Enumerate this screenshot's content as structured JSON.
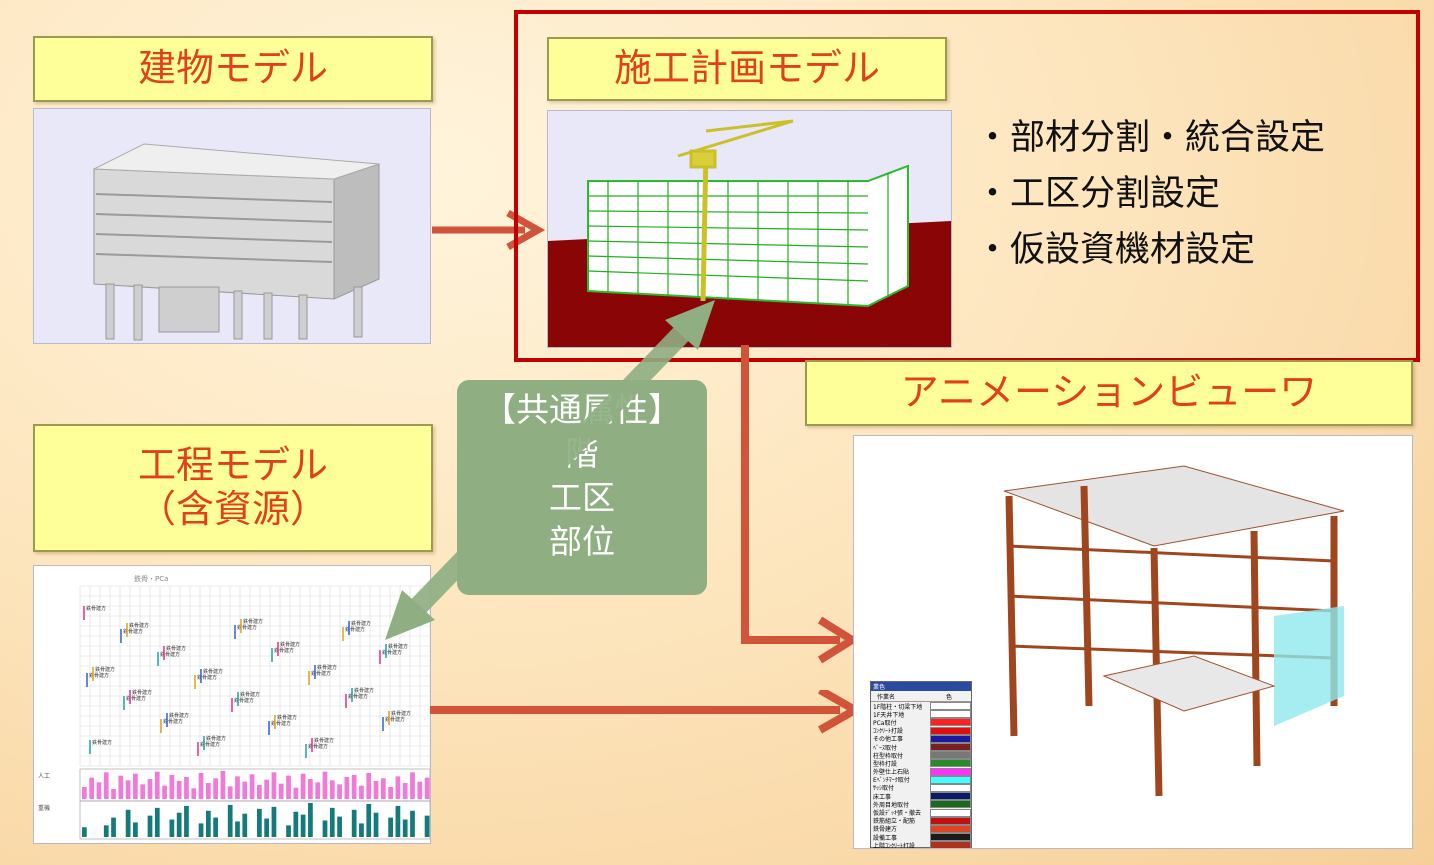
{
  "labels": {
    "building_model": "建物モデル",
    "construction_plan_model": "施工計画モデル",
    "process_model_line1": "工程モデル",
    "process_model_line2": "（含資源）",
    "animation_viewer": "アニメーションビューワ"
  },
  "bullets": [
    "・部材分割・統合設定",
    "・工区分割設定",
    "・仮設資機材設定"
  ],
  "common_attributes": {
    "title": "【共通属性】",
    "items": [
      "階",
      "工区",
      "部位"
    ]
  },
  "legend": {
    "title": "業色",
    "col_name": "作業名",
    "col_color": "色",
    "items": [
      {
        "name": "1F階柱・切梁下地",
        "color": "#ffffff"
      },
      {
        "name": "1F天井下地",
        "color": "#ffffff"
      },
      {
        "name": "PCa取付",
        "color": "#ff2020"
      },
      {
        "name": "ｺﾝｸﾘｰﾄ打設",
        "color": "#e01010"
      },
      {
        "name": "その他工事",
        "color": "#1a1aa0"
      },
      {
        "name": "ﾍﾞｰｽ取付",
        "color": "#7a2020"
      },
      {
        "name": "柱型枠取付",
        "color": "#777777"
      },
      {
        "name": "型枠打設",
        "color": "#2a8a2a"
      },
      {
        "name": "外壁仕上石貼",
        "color": "#ff30ff"
      },
      {
        "name": "Eﾍﾞﾝﾁﾏｰｸ取付",
        "color": "#40ffff"
      },
      {
        "name": "ｻｯｼ取付",
        "color": "#ffffff"
      },
      {
        "name": "床工事",
        "color": "#0a1a6a"
      },
      {
        "name": "外周目地取付",
        "color": "#1a6a1a"
      },
      {
        "name": "仮設ﾃﾞｯｷ張・撤去",
        "color": "#ffffff"
      },
      {
        "name": "鉄筋組立・配筋",
        "color": "#c01010"
      },
      {
        "name": "鉄骨建方",
        "color": "#dd4422"
      },
      {
        "name": "設備工事",
        "color": "#1a1a1a"
      },
      {
        "name": "上階ｺﾝｸﾘｰﾄ打設",
        "color": "#b03020"
      }
    ]
  },
  "gantt": {
    "header": "鉄骨・PCa",
    "task_label": "鉄骨建方",
    "row1_label": "人工",
    "row2_label": "重機"
  },
  "chart_data": [
    {
      "type": "bar",
      "title": "",
      "series": [
        {
          "name": "",
          "values": [
            18,
            32,
            25,
            40,
            15,
            35,
            28,
            38,
            22,
            30,
            41,
            20,
            36,
            27,
            33,
            16,
            39,
            24,
            31,
            42,
            19,
            34,
            26,
            37,
            21,
            29,
            40,
            23,
            35,
            17,
            38,
            30,
            25,
            41,
            28,
            22,
            33,
            36,
            20,
            39,
            27,
            31,
            18,
            34,
            24,
            40,
            26,
            32
          ]
        }
      ]
    },
    {
      "type": "bar",
      "title": "",
      "series": [
        {
          "name": "",
          "values": [
            10,
            0,
            0,
            12,
            20,
            0,
            28,
            15,
            0,
            22,
            30,
            0,
            18,
            25,
            32,
            0,
            14,
            27,
            20,
            0,
            33,
            16,
            24,
            0,
            29,
            19,
            31,
            0,
            12,
            26,
            23,
            35,
            0,
            17,
            30,
            21,
            0,
            28,
            14,
            34,
            25,
            0,
            20,
            32,
            18,
            27,
            0,
            22
          ]
        }
      ]
    }
  ]
}
